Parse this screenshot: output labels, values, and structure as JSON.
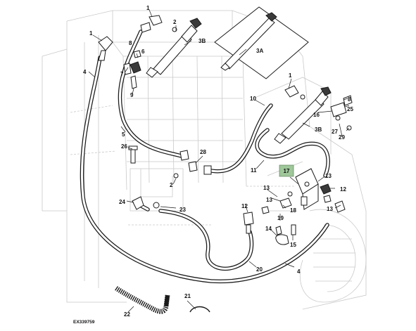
{
  "figure_id": "EX339759",
  "highlighted_callout": "17",
  "callouts": {
    "c1a": "1",
    "c1b": "1",
    "c1c": "1",
    "c2a": "2",
    "c2b": "2",
    "c3a": "3A",
    "c3b": "3B",
    "c3c": "3B",
    "c4a": "4",
    "c4b": "4",
    "c5": "5",
    "c6": "6",
    "c7": "7",
    "c8a": "8",
    "c8b": "8",
    "c9": "9",
    "c10": "10",
    "c11": "11",
    "c12a": "12",
    "c12b": "12",
    "c13a": "13",
    "c13b": "13",
    "c13c": "13",
    "c13d": "13",
    "c14": "14",
    "c15": "15",
    "c16": "16",
    "c18": "18",
    "c19": "19",
    "c20": "20",
    "c21": "21",
    "c22": "22",
    "c23": "23",
    "c24": "24",
    "c25": "25",
    "c26": "26",
    "c27": "27",
    "c28": "28",
    "c29": "29"
  },
  "colors": {
    "highlight_fill": "#9fc79a",
    "line": "#1a1a1a",
    "background_sketch": "#c9c9c9"
  }
}
